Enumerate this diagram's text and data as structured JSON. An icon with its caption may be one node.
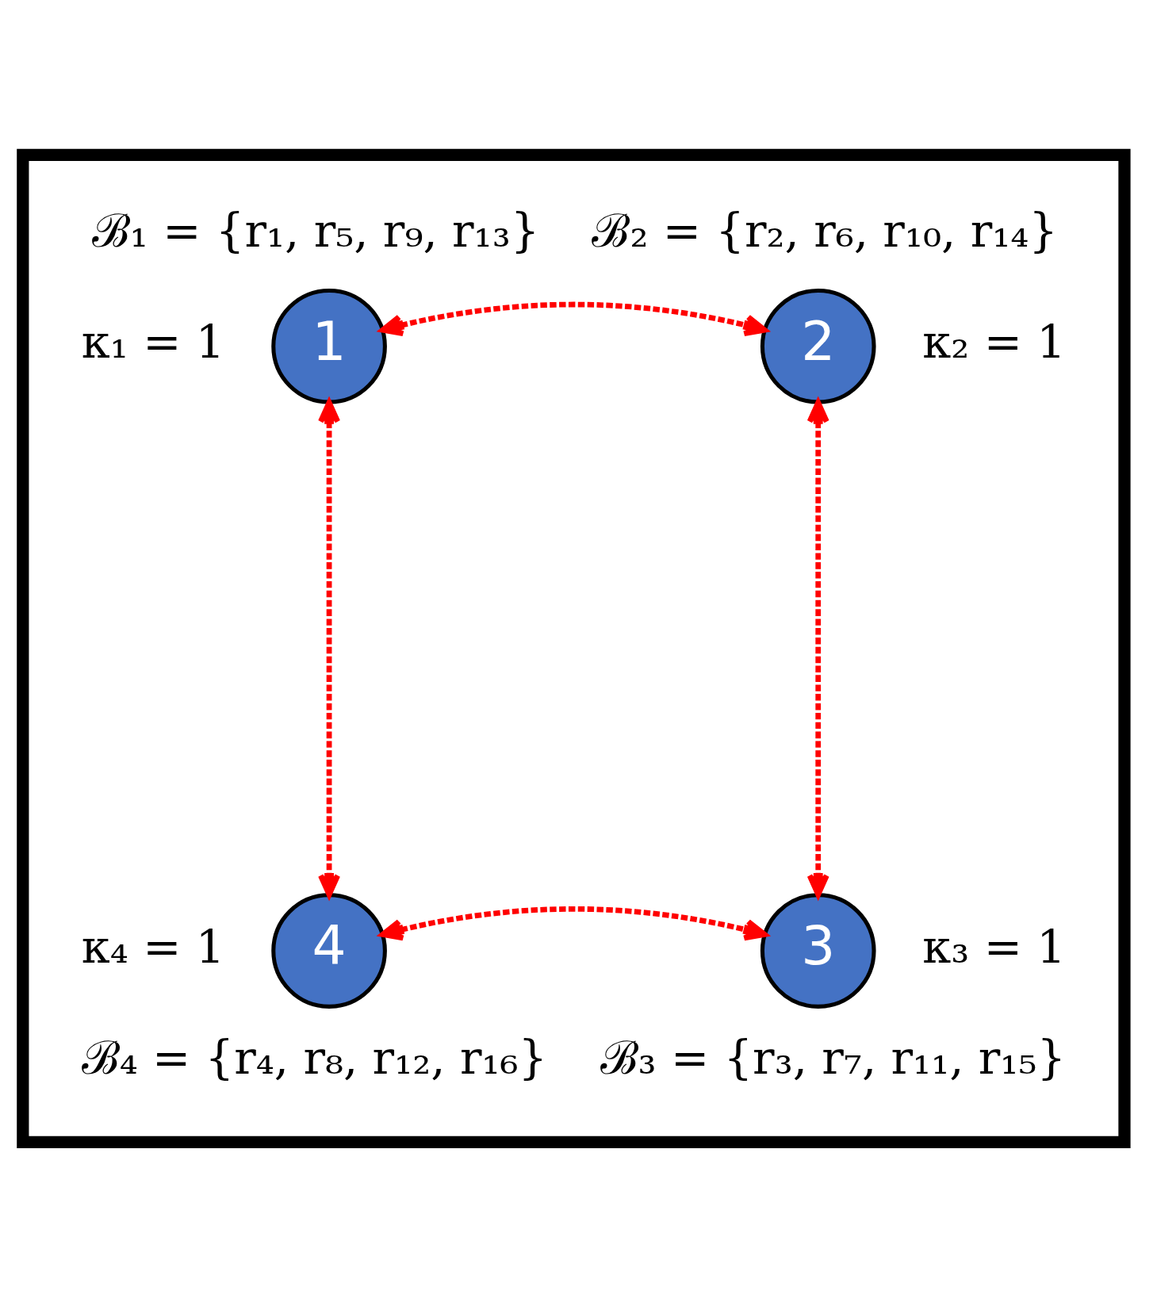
{
  "diagram": {
    "nodes": [
      {
        "text": [],
        "shape": "box"
      },
      {
        "text": [
          "1"
        ],
        "beside": [
          "ℬ₁ = {r₁, r₅, r₉, r₁₃}",
          "κ₁ = 1"
        ],
        "in": 0
      },
      {
        "text": [
          "2"
        ],
        "beside": [
          "ℬ₂ = {r₂, r₆, r₁₀, r₁₄}",
          "κ₂ = 1"
        ],
        "in": 0
      },
      {
        "text": [
          "4"
        ],
        "beside": [
          "κ₄ = 1",
          "ℬ₄ = {r₄, r₈, r₁₂, r₁₆}"
        ],
        "in": 0
      },
      {
        "text": [
          "3"
        ],
        "beside": [
          "κ₃ = 1",
          "ℬ₃ = {r₃, r₇, r₁₁, r₁₅}"
        ],
        "in": 0
      }
    ],
    "edges": [
      {
        "from": 1,
        "to": 2,
        "arrow": "both",
        "style": "dashed",
        "color": "#ff0000"
      },
      {
        "from": 2,
        "to": 4,
        "arrow": "both",
        "style": "dashed",
        "color": "#ff0000"
      },
      {
        "from": 3,
        "to": 4,
        "arrow": "both",
        "style": "dashed",
        "color": "#ff0000"
      },
      {
        "from": 1,
        "to": 3,
        "arrow": "both",
        "style": "dashed",
        "color": "#ff0000"
      }
    ]
  }
}
